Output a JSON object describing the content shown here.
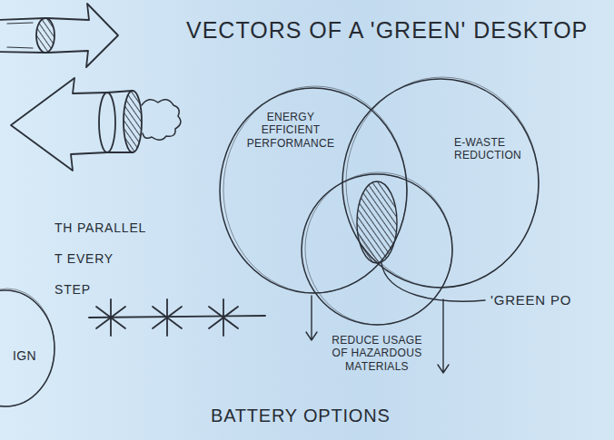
{
  "diagram": {
    "title": "VECTORS OF A 'GREEN' DESKTOP",
    "nodes": [
      {
        "text": [
          "ENERGY EFFICIENT PERFORMANCE"
        ]
      },
      {
        "text": [
          "E-WASTE REDUCTION"
        ]
      },
      {
        "text": [
          "REDUCE USAGE OF HAZARDOUS MATERIALS"
        ]
      },
      {
        "text": [
          "IGN"
        ]
      }
    ],
    "labels": [
      "TH PARALLEL T EVERY STEP",
      "'GREEN PO",
      "BATTERY OPTIONS"
    ]
  }
}
